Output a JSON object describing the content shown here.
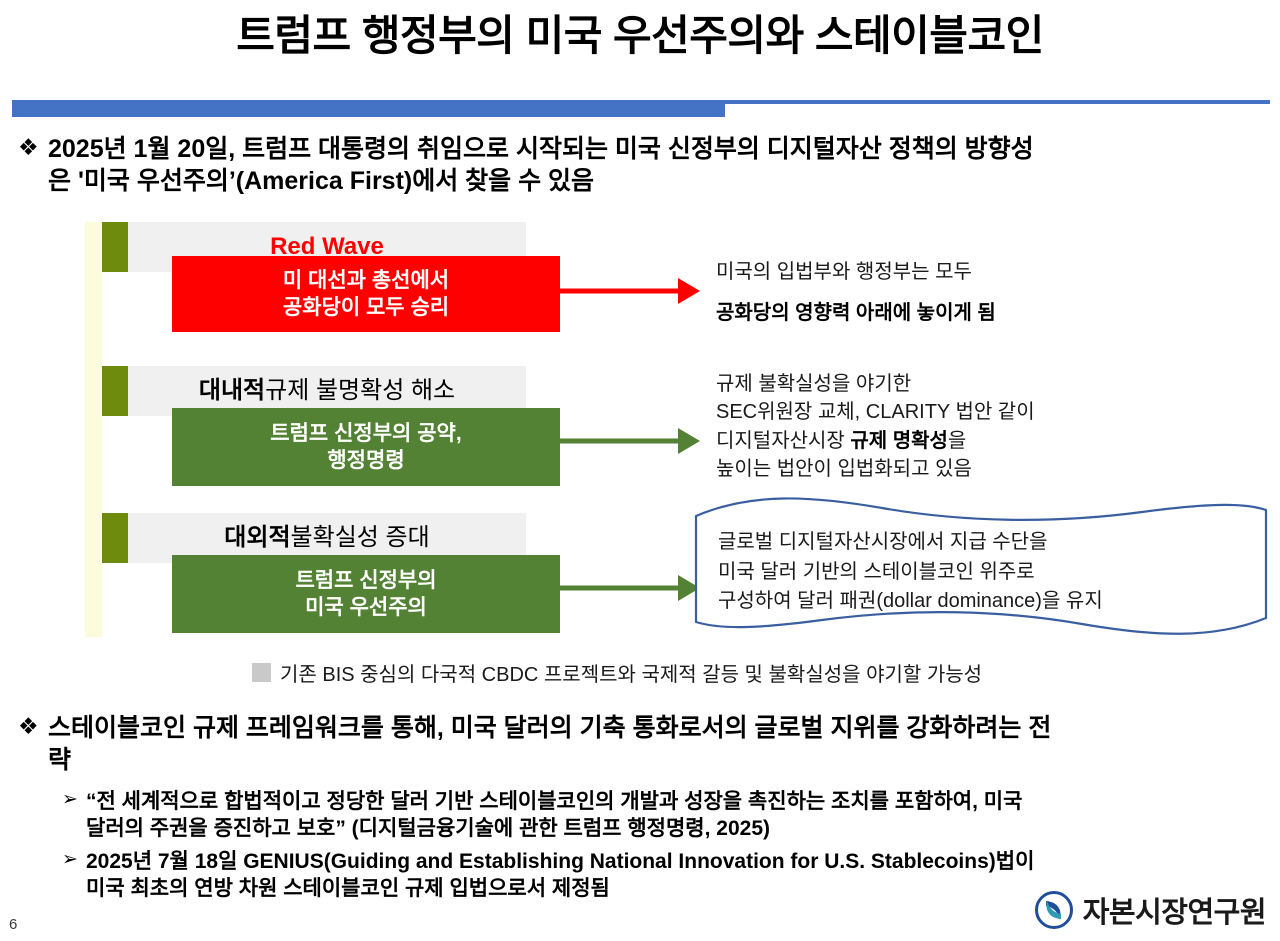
{
  "slide": {
    "title": "트럼프 행정부의 미국 우선주의와 스테이블코인",
    "page_number": "6",
    "accent_blue": "#4472C4",
    "accent_olive": "#6E8B0E",
    "accent_green": "#548235",
    "accent_red": "#FF0000",
    "pale_strip": "#FCFBDC",
    "header_bar_bg": "#F0F0F0"
  },
  "bullets": {
    "top": {
      "marker": "❖",
      "line1": "2025년 1월 20일, 트럼프 대통령의 취임으로 시작되는 미국 신정부의 디지털자산 정책의 방향성",
      "line2": "은 '미국 우선주의’(America First)에서 찾을 수 있음"
    },
    "bottom": {
      "marker": "❖",
      "line1": "스테이블코인 규제 프레임워크를 통해, 미국 달러의 기축 통화로서의 글로벌 지위를 강화하려는 전",
      "line2": "략"
    },
    "sub": [
      {
        "marker": "➢",
        "line1": "“전 세계적으로 합법적이고 정당한 달러 기반 스테이블코인의 개발과 성장을 촉진하는 조치를 포함하여, 미국",
        "line2": "달러의 주권을 증진하고 보호” (디지털금융기술에 관한 트럼프 행정명령, 2025)"
      },
      {
        "marker": "➢",
        "line1": "2025년 7월 18일 GENIUS(Guiding and Establishing National Innovation for U.S. Stablecoins)법이",
        "line2": "미국 최초의 연방 차원 스테이블코인 규제 입법으로서 제정됨"
      }
    ]
  },
  "diagram": {
    "rows": [
      {
        "header_bold": "",
        "header_regular": "Red Wave",
        "header_color": "#FF0000",
        "body_line1": "미 대선과 총선에서",
        "body_line2": "공화당이 모두 승리",
        "body_style": "red",
        "arrow_color": "#FF0000",
        "side_lines": [
          {
            "text": "미국의 입법부와 행정부는 모두",
            "bold": false
          },
          {
            "text": "공화당의 영향력 아래에 놓이게 됨",
            "bold": true
          }
        ]
      },
      {
        "header_bold": "대내적",
        "header_regular": " 규제 불명확성 해소",
        "header_color": "#000000",
        "body_line1": "트럼프 신정부의 공약,",
        "body_line2": "행정명령",
        "body_style": "green",
        "arrow_color": "#548235",
        "side_lines": [
          {
            "text": "규제 불확실성을 야기한",
            "bold": false
          },
          {
            "text": "SEC위원장 교체, CLARITY 법안 같이",
            "bold": false
          },
          {
            "text": "디지털자산시장 ",
            "bold": false,
            "emph": "규제 명확성",
            "tail": "을"
          },
          {
            "text": "높이는 법안이 입법화되고 있음",
            "bold": false
          }
        ]
      },
      {
        "header_bold": "대외적",
        "header_regular": " 불확실성 증대",
        "header_color": "#000000",
        "body_line1": "트럼프 신정부의",
        "body_line2": "미국 우선주의",
        "body_style": "green",
        "arrow_color": "#548235",
        "side_lines": []
      }
    ],
    "wave_callout": {
      "border_color": "#3A5FA0",
      "line1": "글로벌 디지털자산시장에서 지급 수단을",
      "line2_pre": "미국 달러 기반의 ",
      "line2_red": "스테이블코인",
      "line2_post": " 위주로",
      "line3_pre": "구성하여 ",
      "line3_bold": "달러 패권(dollar dominance)",
      "line3_post": "을 유지"
    },
    "footnote": "기존 BIS 중심의 다국적 CBDC 프로젝트와 국제적 갈등 및 불확실성을 야기할 가능성"
  },
  "logo": {
    "name": "자본시장연구원",
    "icon": "kcmi-circle-logo"
  }
}
